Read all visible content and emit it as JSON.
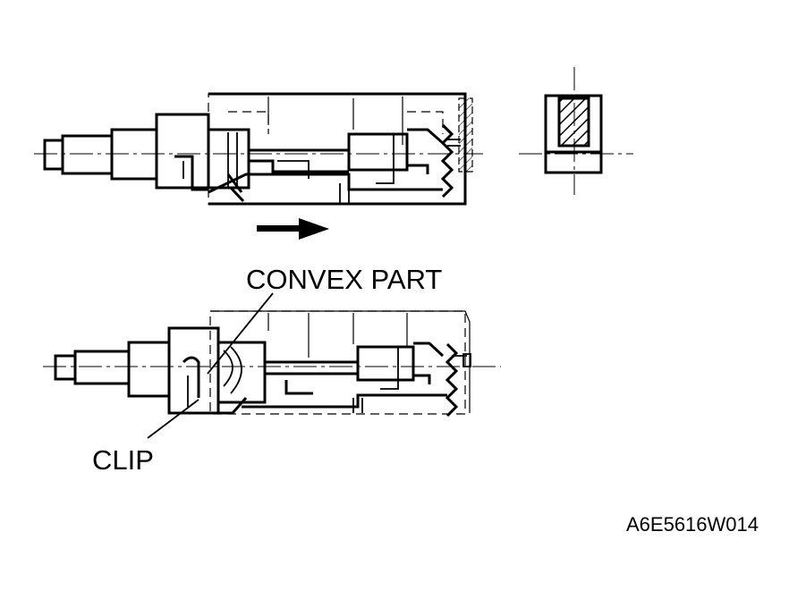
{
  "labels": {
    "convex_part": "CONVEX PART",
    "clip": "CLIP",
    "figure_code": "A6E5616W014"
  },
  "icons": {
    "direction_arrow": "arrow-right-icon"
  }
}
